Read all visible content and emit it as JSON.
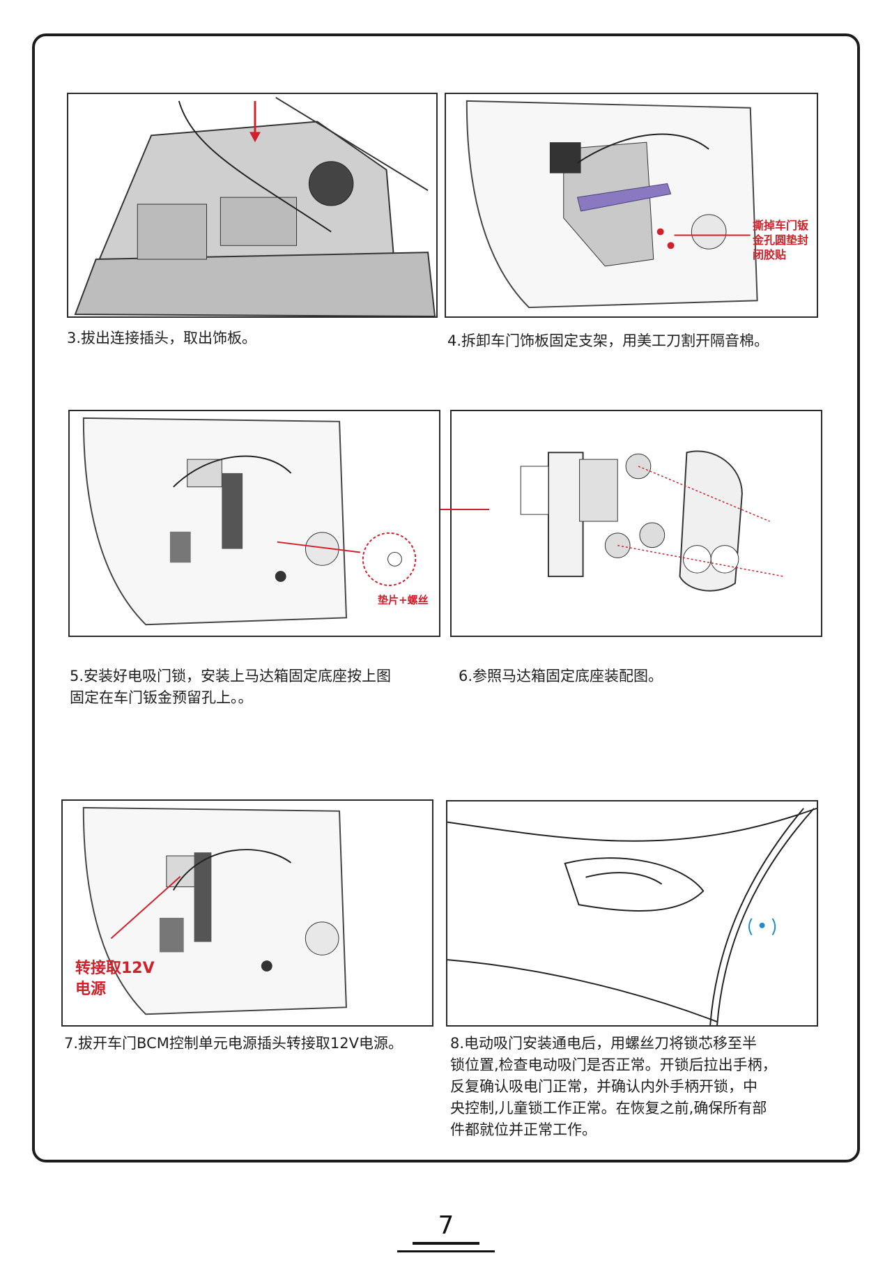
{
  "steps": [
    {
      "caption": "3.拔出连接插头，取出饰板。"
    },
    {
      "caption": "4.拆卸车门饰板固定支架，用美工刀割开隔音棉。",
      "callout": "撕掉车门钣\n金孔圆垫封\n闭胶贴"
    },
    {
      "caption": "5.安装好电吸门锁，安装上马达箱固定底座按上图\n  固定在车门钣金预留孔上。。",
      "callout": "垫片+螺丝"
    },
    {
      "caption": "6.参照马达箱固定底座装配图。"
    },
    {
      "caption": "7.拔开车门BCM控制单元电源插头转接取12V电源。",
      "callout": "转接取12V\n电源"
    },
    {
      "caption": "8.电动吸门安装通电后，用螺丝刀将锁芯移至半\n锁位置,检查电动吸门是否正常。开锁后拉出手柄，\n反复确认吸电门正常，并确认内外手柄开锁，中\n央控制,儿童锁工作正常。在恢复之前,确保所有部\n件都就位并正常工作。"
    }
  ],
  "page_number": "7",
  "colors": {
    "accent_red": "#d0202a",
    "bracket_purple": "#8a79c0",
    "panel_gray": "#cfcfcf"
  }
}
